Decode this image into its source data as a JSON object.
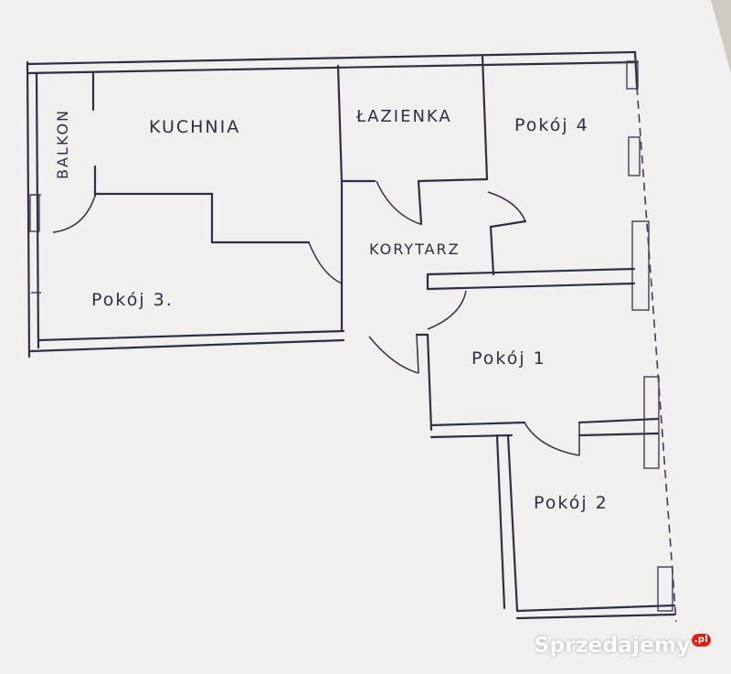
{
  "rooms": {
    "balkon": "BALKON",
    "kuchnia": "KUCHNIA",
    "lazienka": "ŁAZIENKA",
    "pokoj4": "Pokój 4",
    "korytarz": "KORYTARZ",
    "pokoj3": "Pokój 3.",
    "pokoj1": "Pokój 1",
    "pokoj2": "Pokój 2"
  },
  "watermark": {
    "brand": "Sprzedajemy",
    "tld": ".pl"
  },
  "colors": {
    "paper": "#f2f0ee",
    "ink": "#2b3047",
    "watermark_badge": "#e2231a"
  }
}
